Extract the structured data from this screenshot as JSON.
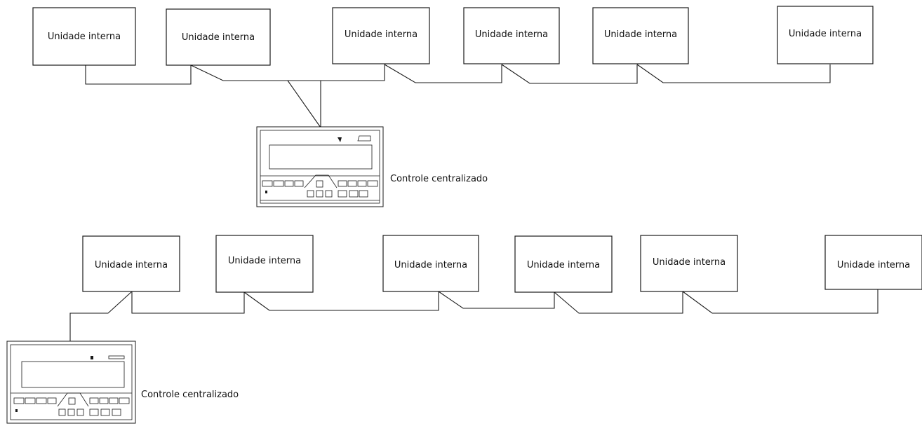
{
  "top": {
    "units": [
      {
        "label": "Unidade interna"
      },
      {
        "label": "Unidade interna"
      },
      {
        "label": "Unidade interna"
      },
      {
        "label": "Unidade interna"
      },
      {
        "label": "Unidade interna"
      },
      {
        "label": "Unidade interna"
      }
    ],
    "controller_label": "Controle centralizado"
  },
  "bottom": {
    "units": [
      {
        "label": "Unidade interna"
      },
      {
        "label": "Unidade interna"
      },
      {
        "label": "Unidade interna"
      },
      {
        "label": "Unidade interna"
      },
      {
        "label": "Unidade interna"
      },
      {
        "label": "Unidade interna"
      }
    ],
    "controller_label": "Controle centralizado"
  }
}
